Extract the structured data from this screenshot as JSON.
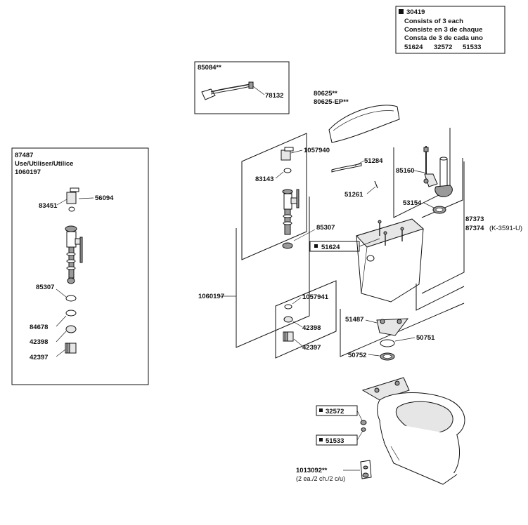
{
  "kit_box": {
    "part_number": "30419",
    "lines": [
      "Consists of 3 each",
      "Consiste en 3 de chaque",
      "Consta de 3 de cada uno"
    ],
    "parts": [
      "51624",
      "32572",
      "51533"
    ]
  },
  "inset_box": {
    "part_number": "87487",
    "lines": [
      "Use/Utiliser/Utilice",
      "1060197"
    ],
    "labels": [
      "83451",
      "56094",
      "85307",
      "84678",
      "42398",
      "42397"
    ]
  },
  "handle_box": {
    "part_number": "85084**",
    "label": "78132"
  },
  "lid": {
    "labels": [
      "80625**",
      "80625-EP**"
    ]
  },
  "fill_valve": {
    "group_label": "1060197",
    "labels": [
      "1057940",
      "83143",
      "85307",
      "51284",
      "51261"
    ],
    "sub_box": {
      "labels": [
        "1057941",
        "42398",
        "42397"
      ]
    }
  },
  "flush_valve": {
    "labels": [
      "85160",
      "53154"
    ]
  },
  "tank": {
    "label_1": "87373",
    "label_2": "87374",
    "label_2_note": "(K-3591-U)",
    "boxed_label": "51624"
  },
  "tank_hardware": {
    "labels": [
      "51487",
      "50751",
      "50752"
    ]
  },
  "bowl": {
    "boxed_labels": [
      "32572",
      "51533"
    ],
    "caps_label": "1013092**",
    "caps_note": "(2 ea./2 ch./2 c/u)"
  }
}
